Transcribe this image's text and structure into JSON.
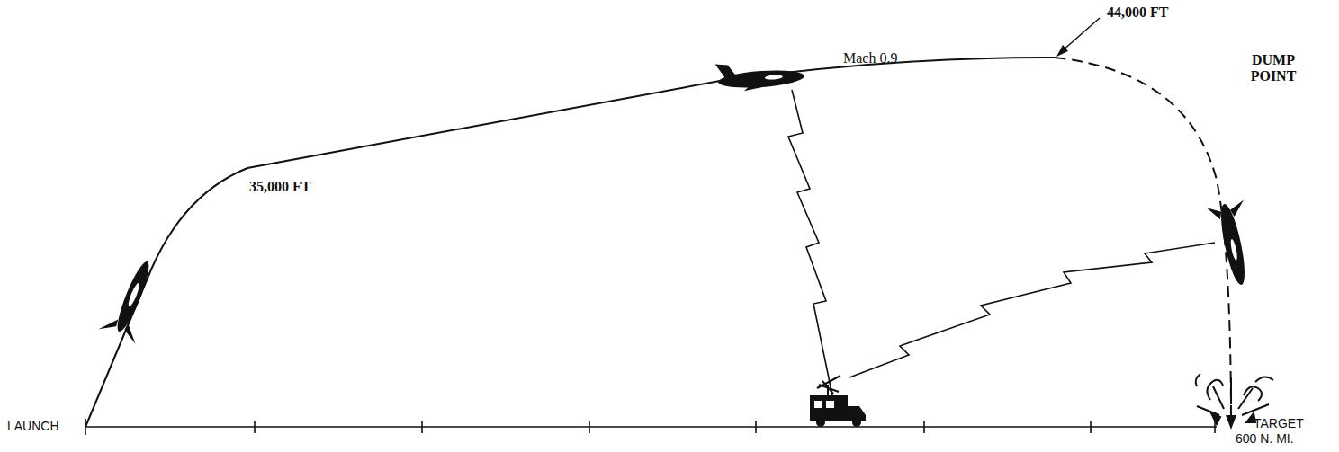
{
  "diagram": {
    "labels": [
      "44,000 FT",
      "Mach 0.9",
      "DUMP POINT",
      "35,000 FT",
      "LAUNCH",
      "TARGET",
      "600 N. MI."
    ]
  }
}
